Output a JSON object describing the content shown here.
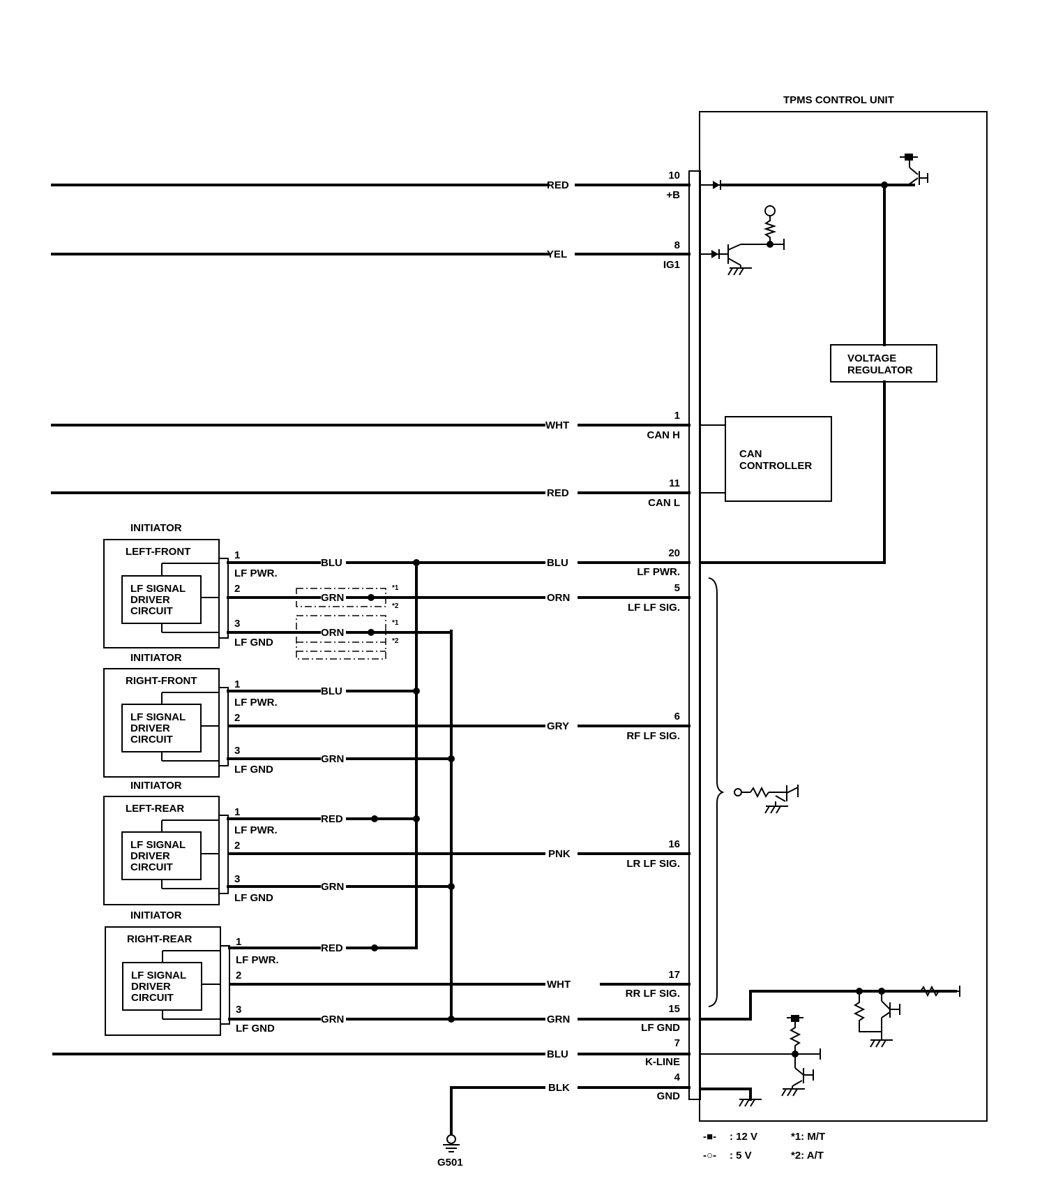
{
  "control_unit": {
    "title": "TPMS CONTROL UNIT",
    "voltage_regulator": [
      "VOLTAGE",
      "REGULATOR"
    ],
    "can_controller": [
      "CAN",
      "CONTROLLER"
    ]
  },
  "pins": [
    {
      "num": "10",
      "name": "+B",
      "wire": "RED"
    },
    {
      "num": "8",
      "name": "IG1",
      "wire": "YEL"
    },
    {
      "num": "1",
      "name": "CAN H",
      "wire": "WHT"
    },
    {
      "num": "11",
      "name": "CAN L",
      "wire": "RED"
    },
    {
      "num": "20",
      "name": "LF PWR.",
      "wire": "BLU"
    },
    {
      "num": "5",
      "name": "LF LF SIG.",
      "wire": "ORN"
    },
    {
      "num": "6",
      "name": "RF LF SIG.",
      "wire": "GRY"
    },
    {
      "num": "16",
      "name": "LR LF SIG.",
      "wire": "PNK"
    },
    {
      "num": "17",
      "name": "RR LF SIG.",
      "wire": "WHT"
    },
    {
      "num": "15",
      "name": "LF GND",
      "wire": "GRN"
    },
    {
      "num": "7",
      "name": "K-LINE",
      "wire": "BLU"
    },
    {
      "num": "4",
      "name": "GND",
      "wire": "BLK"
    }
  ],
  "initiators": [
    {
      "title": "INITIATOR",
      "position": "LEFT-FRONT",
      "circuit": [
        "LF SIGNAL",
        "DRIVER",
        "CIRCUIT"
      ],
      "pin_labels": [
        "1",
        "LF PWR.",
        "2",
        "3",
        "LF GND"
      ],
      "wires": {
        "pwr": "BLU",
        "gnd": "ORN",
        "sig": "GRN"
      }
    },
    {
      "title": "INITIATOR",
      "position": "RIGHT-FRONT",
      "circuit": [
        "LF SIGNAL",
        "DRIVER",
        "CIRCUIT"
      ],
      "pin_labels": [
        "1",
        "LF PWR.",
        "2",
        "3",
        "LF GND"
      ],
      "wires": {
        "pwr": "BLU",
        "gnd": "GRN"
      }
    },
    {
      "title": "INITIATOR",
      "position": "LEFT-REAR",
      "circuit": [
        "LF SIGNAL",
        "DRIVER",
        "CIRCUIT"
      ],
      "pin_labels": [
        "1",
        "LF PWR.",
        "2",
        "3",
        "LF GND"
      ],
      "wires": {
        "pwr": "RED",
        "gnd": "GRN"
      }
    },
    {
      "title": "INITIATOR",
      "position": "RIGHT-REAR",
      "circuit": [
        "LF SIGNAL",
        "DRIVER",
        "CIRCUIT"
      ],
      "pin_labels": [
        "1",
        "LF PWR.",
        "2",
        "3",
        "LF GND"
      ],
      "wires": {
        "pwr": "RED",
        "gnd": "GRN"
      }
    }
  ],
  "option_marks": {
    "m1": "*1",
    "m2": "*2"
  },
  "ground": "G501",
  "legend": [
    {
      "symbol": "-■-",
      "text": ": 12 V"
    },
    {
      "symbol": "-○-",
      "text": ": 5 V"
    },
    {
      "symbol": "",
      "text": "*1: M/T"
    },
    {
      "symbol": "",
      "text": "*2: A/T"
    }
  ]
}
